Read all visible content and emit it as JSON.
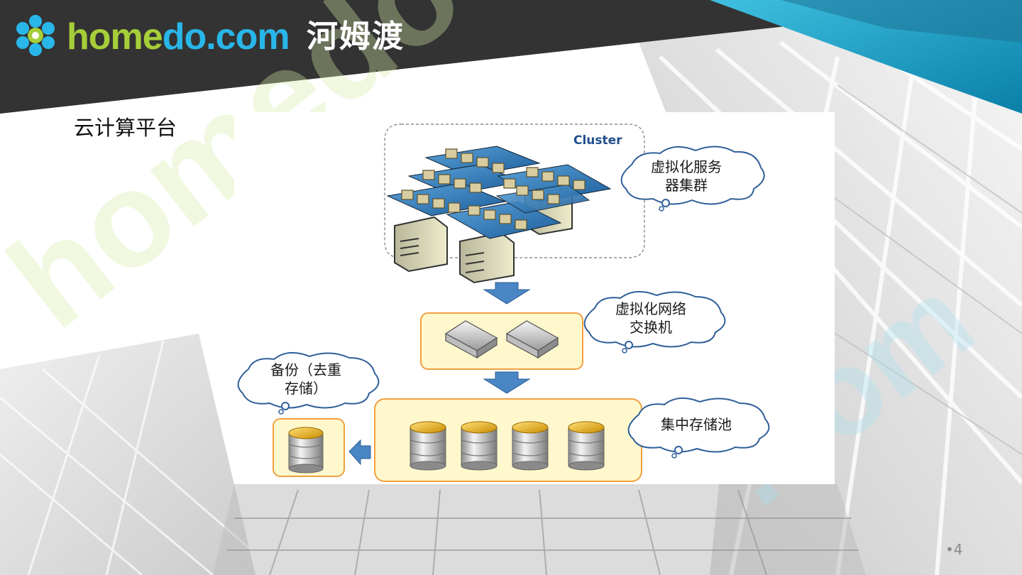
{
  "logo": {
    "part1": "home",
    "part2": "do.com",
    "chinese": "河姆渡"
  },
  "slide": {
    "title": "云计算平台",
    "page_number": "•4"
  },
  "diagram": {
    "cluster_label": "Cluster",
    "server_cluster_line1": "虚拟化服务",
    "server_cluster_line2": "器集群",
    "network_switch_line1": "虚拟化网络",
    "network_switch_line2": "交换机",
    "backup_line1": "备份（去重",
    "backup_line2": "存储）",
    "storage_pool": "集中存储池"
  },
  "colors": {
    "header_dark": "#3a3a3a",
    "teal_accent": "#1e9ec4",
    "logo_green": "#a6ce39",
    "logo_blue": "#29b6e8",
    "box_fill": "#fff8cc",
    "box_border": "#f0a040",
    "arrow_blue": "#4a86c5"
  }
}
